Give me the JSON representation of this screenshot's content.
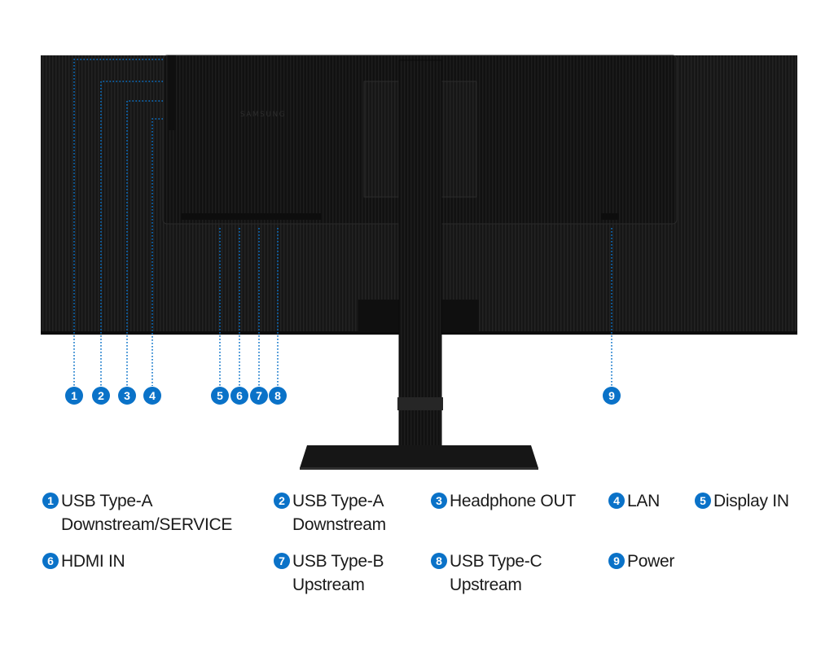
{
  "colors": {
    "accent": "#0a72c8",
    "monitor": "#141414",
    "background": "#ffffff"
  },
  "brand_logo": "SAMSUNG",
  "callouts": [
    {
      "n": "1"
    },
    {
      "n": "2"
    },
    {
      "n": "3"
    },
    {
      "n": "4"
    },
    {
      "n": "5"
    },
    {
      "n": "6"
    },
    {
      "n": "7"
    },
    {
      "n": "8"
    },
    {
      "n": "9"
    }
  ],
  "legend": [
    {
      "n": "1",
      "lines": [
        "USB Type-A",
        "Downstream/SERVICE"
      ]
    },
    {
      "n": "2",
      "lines": [
        "USB Type-A",
        "Downstream"
      ]
    },
    {
      "n": "3",
      "lines": [
        "Headphone OUT"
      ]
    },
    {
      "n": "4",
      "lines": [
        "LAN"
      ]
    },
    {
      "n": "5",
      "lines": [
        "Display IN"
      ]
    },
    {
      "n": "6",
      "lines": [
        "HDMI IN"
      ]
    },
    {
      "n": "7",
      "lines": [
        "USB Type-B",
        "Upstream"
      ]
    },
    {
      "n": "8",
      "lines": [
        "USB Type-C",
        "Upstream"
      ]
    },
    {
      "n": "9",
      "lines": [
        "Power"
      ]
    }
  ]
}
